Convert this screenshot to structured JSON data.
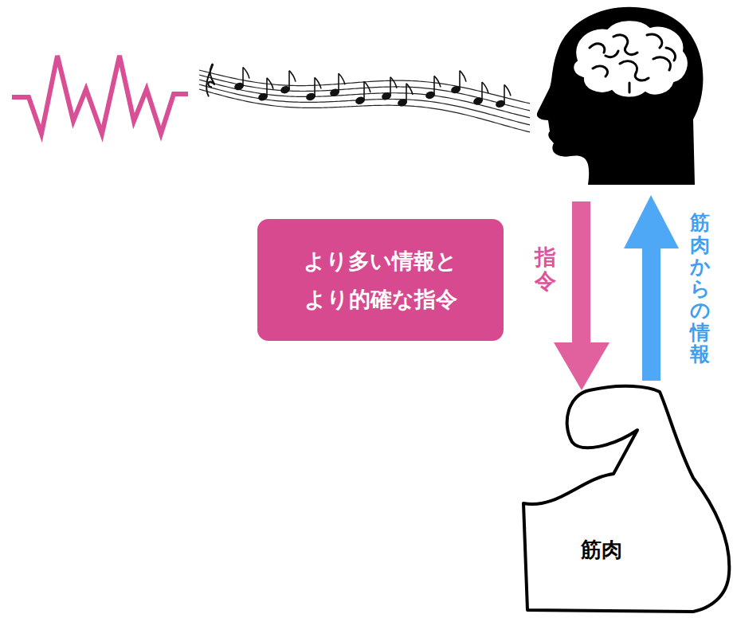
{
  "diagram": {
    "nodes": [
      {
        "text": [
          "より多い情報と より的確な指令"
        ]
      },
      {
        "text": [
          "筋肉"
        ]
      }
    ],
    "labels": [
      "指令",
      "筋肉からの情報"
    ]
  }
}
